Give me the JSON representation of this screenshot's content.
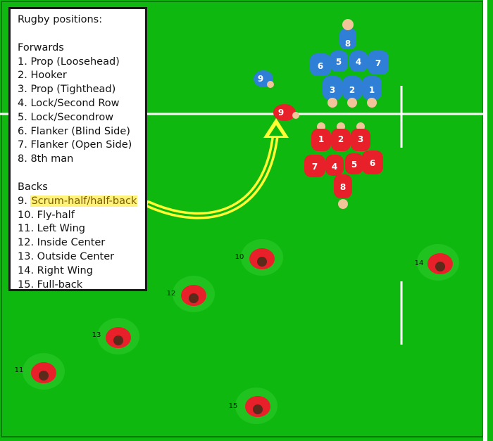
{
  "legend": {
    "title": "Rugby positions:",
    "forwards_title": "Forwards",
    "forwards": [
      "1. Prop (Loosehead)",
      "2. Hooker",
      "3. Prop (Tighthead)",
      "4. Lock/Second Row",
      "5. Lock/Secondrow",
      "6. Flanker (Blind Side)",
      "7. Flanker (Open Side)",
      "8. 8th man"
    ],
    "backs_title": "Backs",
    "backs_highlight_prefix": "9. ",
    "backs_highlight_text": "Scrum-half/half-back",
    "backs": [
      "10. Fly-half",
      "11. Left Wing",
      "12. Inside Center",
      "13. Outside Center",
      "14. Right Wing",
      "15. Full-back"
    ]
  },
  "colors": {
    "field": "#0eb80e",
    "lines": "#ffffff",
    "red_team": "#e8202a",
    "blue_team": "#2f7fd6",
    "arrow": "#ffff33"
  },
  "field_labels": {
    "back_10": "10",
    "back_11": "11",
    "back_12": "12",
    "back_13": "13",
    "back_14": "14",
    "back_15": "15",
    "scrumhalf": "9",
    "blue_scrumhalf": "9",
    "red_scrum": [
      "1",
      "2",
      "3",
      "7",
      "4",
      "5",
      "6",
      "8"
    ],
    "blue_scrum": [
      "8",
      "6",
      "5",
      "4",
      "7",
      "3",
      "2",
      "1"
    ]
  }
}
